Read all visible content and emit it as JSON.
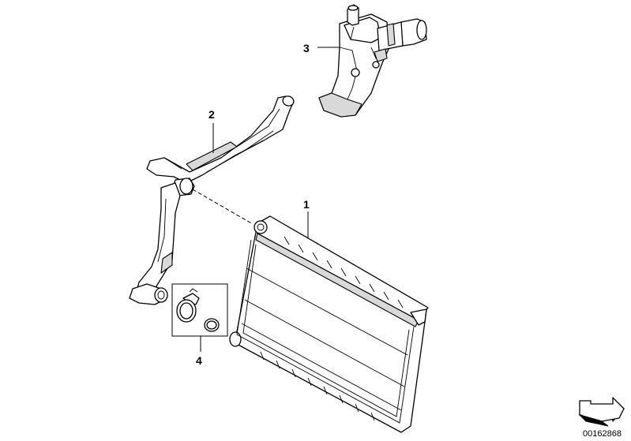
{
  "callouts": {
    "part_1": "1",
    "part_2": "2",
    "part_3": "3",
    "part_4": "4"
  },
  "document_number": "00162868",
  "icons": {
    "corner_symbol": "parts-catalog-arrow-icon"
  },
  "colors": {
    "line": "#000000",
    "background": "#ffffff",
    "shade": "#d9d9d9"
  }
}
